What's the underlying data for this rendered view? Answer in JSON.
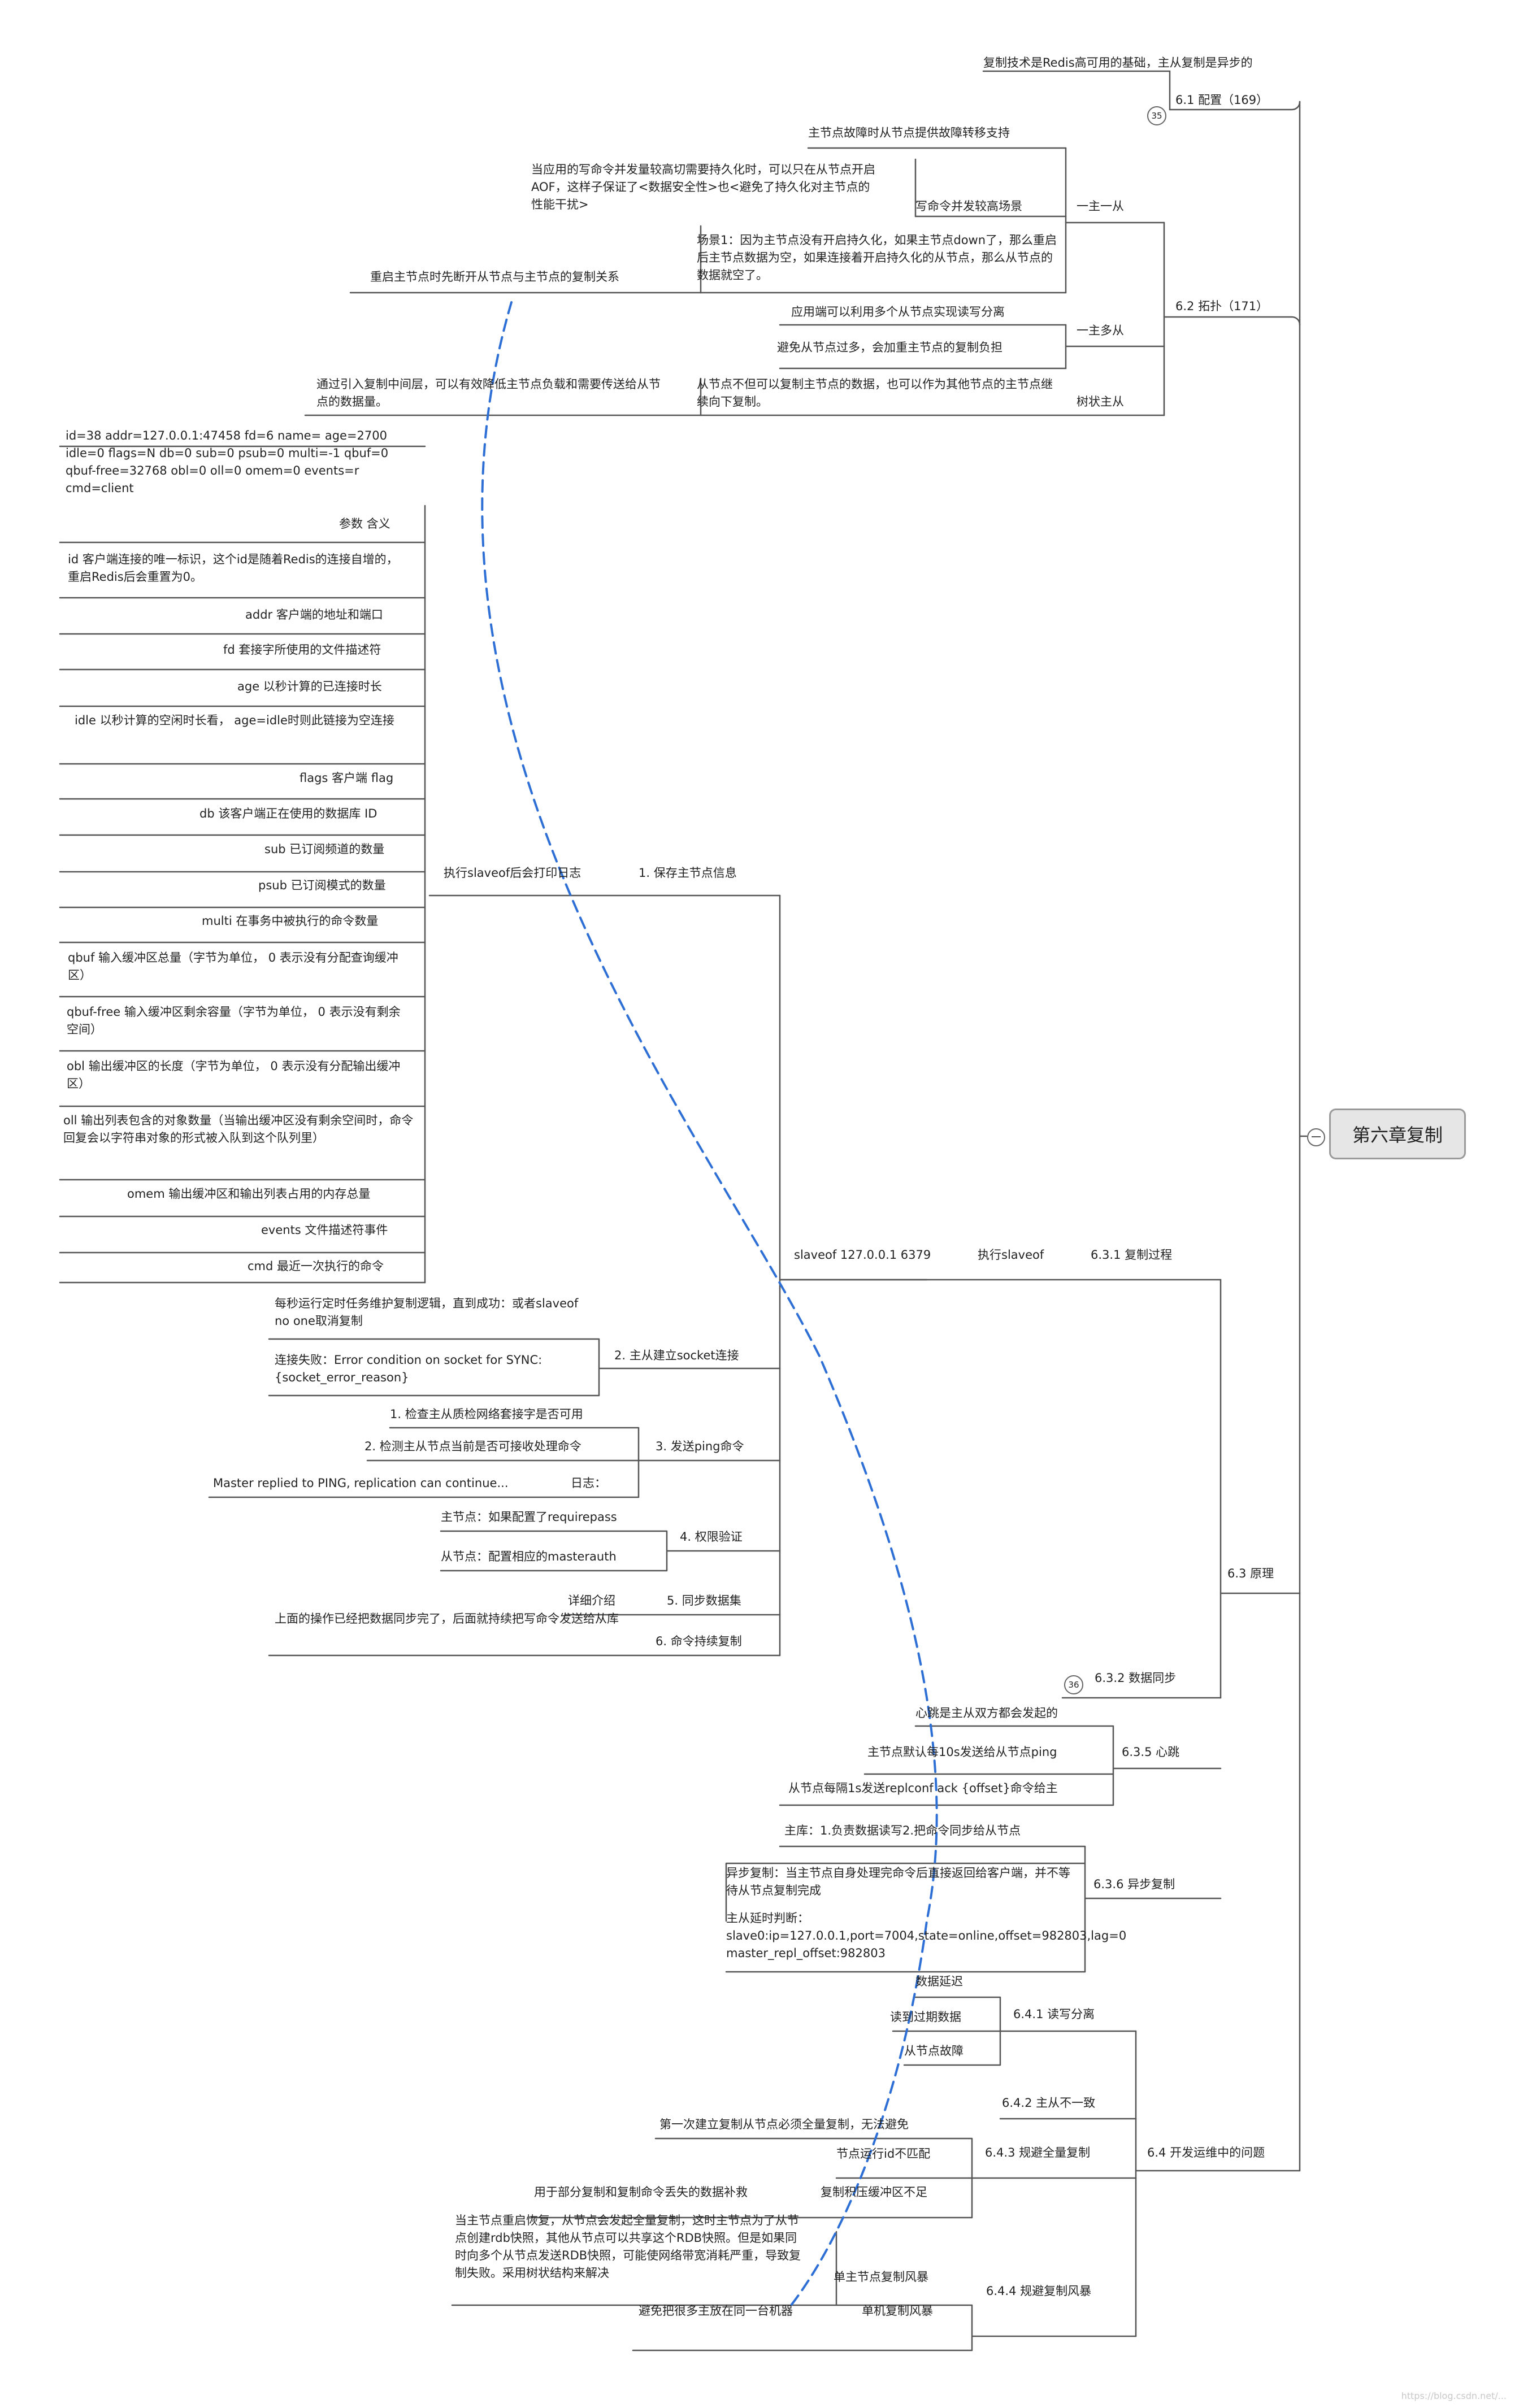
{
  "center": {
    "title": "第六章复制"
  },
  "sections": {
    "s61": {
      "label": "6.1 配置（169）",
      "note": "复制技术是Redis高可用的基础，主从复制是异步的",
      "badge": "35"
    },
    "s62": {
      "label": "6.2 拓扑（171）",
      "one_master_one_slave": {
        "label": "一主一从",
        "failover": "主节点故障时从节点提供故障转移支持",
        "write_heavy": "写命令并发较高场景",
        "aof_note": "当应用的写命令并发量较高切需要持久化时，可以只在从节点开启AOF，这样子保证了<数据安全性>也<避免了持久化对主节点的性能干扰>",
        "scenario1": "场景1：因为主节点没有开启持久化，如果主节点down了，那么重启后主节点数据为空，如果连接着开启持久化的从节点，那么从节点的数据就空了。",
        "restart_tip": "重启主节点时先断开从节点与主节点的复制关系"
      },
      "one_master_many_slaves": {
        "label": "一主多从",
        "read_write_split": "应用端可以利用多个从节点实现读写分离",
        "avoid_too_many": "避免从节点过多，会加重主节点的复制负担"
      },
      "tree": {
        "label": "树状主从",
        "desc": "从节点不但可以复制主节点的数据，也可以作为其他节点的主节点继续向下复制。",
        "benefit": "通过引入复制中间层，可以有效降低主节点负载和需要传送给从节点的数据量。"
      }
    },
    "s63": {
      "label": "6.3 原理",
      "s631": {
        "label": "6.3.1 复制过程",
        "exec": "执行slaveof",
        "cmd": "slaveof 127.0.0.1 6379",
        "step1": "1. 保存主节点信息",
        "step1_log": "执行slaveof后会打印日志",
        "client_info": "id=38 addr=127.0.0.1:47458 fd=6 name= age=2700 idle=0 flags=N db=0 sub=0 psub=0 multi=-1 qbuf=0 qbuf-free=32768 obl=0 oll=0 omem=0 events=r cmd=client",
        "params": [
          "参数 含义",
          "id 客户端连接的唯一标识，这个id是随着Redis的连接自增的，重启Redis后会重置为0。",
          "addr 客户端的地址和端口",
          "fd 套接字所使用的文件描述符",
          "age 以秒计算的已连接时长",
          "idle 以秒计算的空闲时长看，  age=idle时则此链接为空连接",
          "flags 客户端 flag",
          "db 该客户端正在使用的数据库 ID",
          "sub 已订阅频道的数量",
          "psub 已订阅模式的数量",
          "multi 在事务中被执行的命令数量",
          "qbuf 输入缓冲区总量（字节为单位， 0 表示没有分配查询缓冲区）",
          "qbuf-free 输入缓冲区剩余容量（字节为单位， 0 表示没有剩余空间）",
          "obl 输出缓冲区的长度（字节为单位， 0 表示没有分配输出缓冲区）",
          "oll 输出列表包含的对象数量（当输出缓冲区没有剩余空间时，命令回复会以字符串对象的形式被入队到这个队列里）",
          "omem 输出缓冲区和输出列表占用的内存总量",
          "events 文件描述符事件",
          "cmd 最近一次执行的命令"
        ],
        "step2": "2. 主从建立socket连接",
        "step2_a": "每秒运行定时任务维护复制逻辑，直到成功：或者slaveof no one取消复制",
        "step2_b": "连接失败：Error condition on socket for SYNC:{socket_error_reason}",
        "step3": "3. 发送ping命令",
        "step3_a": "1. 检查主从质检网络套接字是否可用",
        "step3_b": "2. 检测主从节点当前是否可接收处理命令",
        "step3_log": "日志：",
        "step3_log_text": "Master replied to PING, replication can continue...",
        "step4": "4. 权限验证",
        "step4_a": "主节点：如果配置了requirepass",
        "step4_b": "从节点：配置相应的masterauth",
        "step5": "5. 同步数据集",
        "step5_a": "详细介绍",
        "step6": "6. 命令持续复制",
        "step6_a": "上面的操作已经把数据同步完了，后面就持续把写命令发送给从库"
      },
      "s632": {
        "label": "6.3.2 数据同步",
        "badge": "36"
      },
      "s635": {
        "label": "6.3.5 心跳",
        "a": "心跳是主从双方都会发起的",
        "b": "主节点默认每10s发送给从节点ping",
        "c": "从节点每隔1s发送replconf ack {offset}命令给主"
      },
      "s636": {
        "label": "6.3.6 异步复制",
        "a": "主库：1.负责数据读写2.把命令同步给从节点",
        "b": "异步复制：当主节点自身处理完命令后直接返回给客户端，并不等待从节点复制完成",
        "c": "主从延时判断：slave0:ip=127.0.0.1,port=7004,state=online,offset=982803,lag=0 master_repl_offset:982803"
      }
    },
    "s64": {
      "label": "6.4 开发运维中的问题",
      "s641": {
        "label": "6.4.1 读写分离",
        "items": [
          "数据延迟",
          "读到过期数据",
          "从节点故障"
        ]
      },
      "s642": {
        "label": "6.4.2 主从不一致"
      },
      "s643": {
        "label": "6.4.3 规避全量复制",
        "first": "第一次建立复制从节点必须全量复制，无法避免",
        "runid": "节点运行id不匹配",
        "backlog": "复制积压缓冲区不足",
        "backlog_desc": "用于部分复制和复制命令丢失的数据补救"
      },
      "s644": {
        "label": "6.4.4 规避复制风暴",
        "single_master": "单主节点复制风暴",
        "single_master_desc": "当主节点重启恢复，从节点会发起全量复制，这时主节点为了从节点创建rdb快照，其他从节点可以共享这个RDB快照。但是如果同时向多个从节点发送RDB快照，可能使网络带宽消耗严重，导致复制失败。采用树状结构来解决",
        "single_machine": "单机复制风暴",
        "single_machine_desc": "避免把很多主放在同一台机器"
      }
    }
  },
  "footer": {
    "watermark": "https://blog.csdn.net/..."
  },
  "colors": {
    "line": "#555555",
    "relation": "#2e6fd6",
    "center_bg": "#e6e6e6",
    "center_border": "#9a9a9a"
  }
}
